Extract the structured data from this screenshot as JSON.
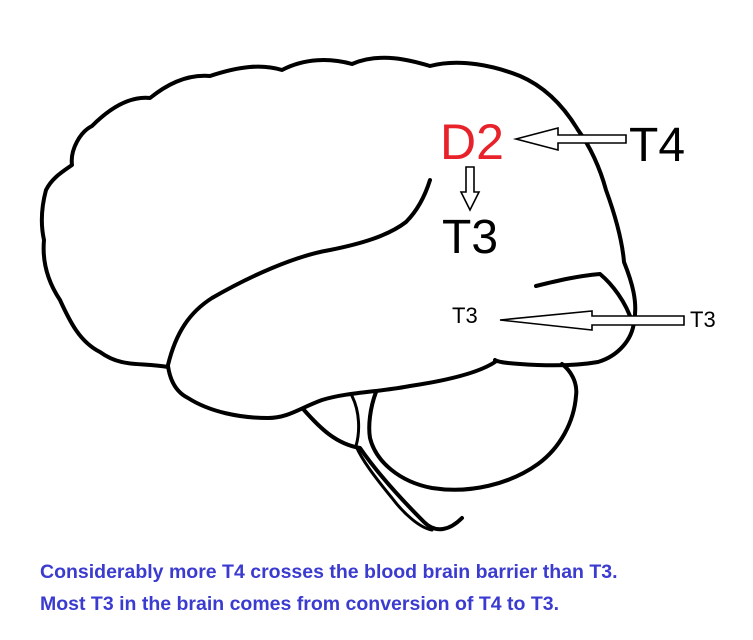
{
  "labels": {
    "d2": "D2",
    "t4": "T4",
    "t3_large": "T3",
    "t3_small_left": "T3",
    "t3_small_right": "T3"
  },
  "caption": {
    "line1": "Considerably more T4 crosses the blood brain barrier than T3.",
    "line2": "Most T3 in the brain comes from conversion of T4 to T3."
  },
  "colors": {
    "d2_label": "#e8222a",
    "caption": "#3b3bd0",
    "outline": "#000000"
  }
}
